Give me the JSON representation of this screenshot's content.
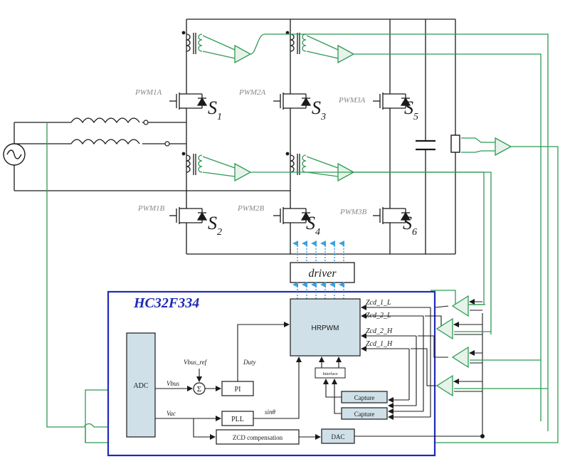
{
  "mcu": {
    "title": "HC32F334",
    "blocks": {
      "adc": "ADC",
      "hrpwm": "HRPWM",
      "pi": "PI",
      "pll": "PLL",
      "zcd_comp": "ZCD compensation",
      "dac": "DAC",
      "capture1": "Capture",
      "capture2": "Capture",
      "interface": "Interface",
      "driver": "driver"
    },
    "signals": {
      "vbus_ref": "Vbus_ref",
      "vbus": "Vbus",
      "vac": "Vac",
      "duty": "Duty",
      "sin_theta": "sinθ",
      "sum": "Σ"
    },
    "zcd_inputs": [
      "Zcd_1_L",
      "Zcd_2_L",
      "Zcd_2_H",
      "Zcd_1_H"
    ]
  },
  "switches": [
    {
      "name": "S",
      "sub": "1",
      "pwm": "PWM1A"
    },
    {
      "name": "S",
      "sub": "3",
      "pwm": "PWM2A"
    },
    {
      "name": "S",
      "sub": "5",
      "pwm": "PWM3A"
    },
    {
      "name": "S",
      "sub": "2",
      "pwm": "PWM1B"
    },
    {
      "name": "S",
      "sub": "4",
      "pwm": "PWM2B"
    },
    {
      "name": "S",
      "sub": "6",
      "pwm": "PWM3B"
    }
  ],
  "colors": {
    "wire": "#1a1a1a",
    "signal": "#2f9a55",
    "mcu_border": "#1e2bb5",
    "mcu_title": "#1e2bb5",
    "block_fill": "#cfe0e8",
    "arrow_blue": "#3aa0e0",
    "amp_fill": "#e6f3ea"
  }
}
